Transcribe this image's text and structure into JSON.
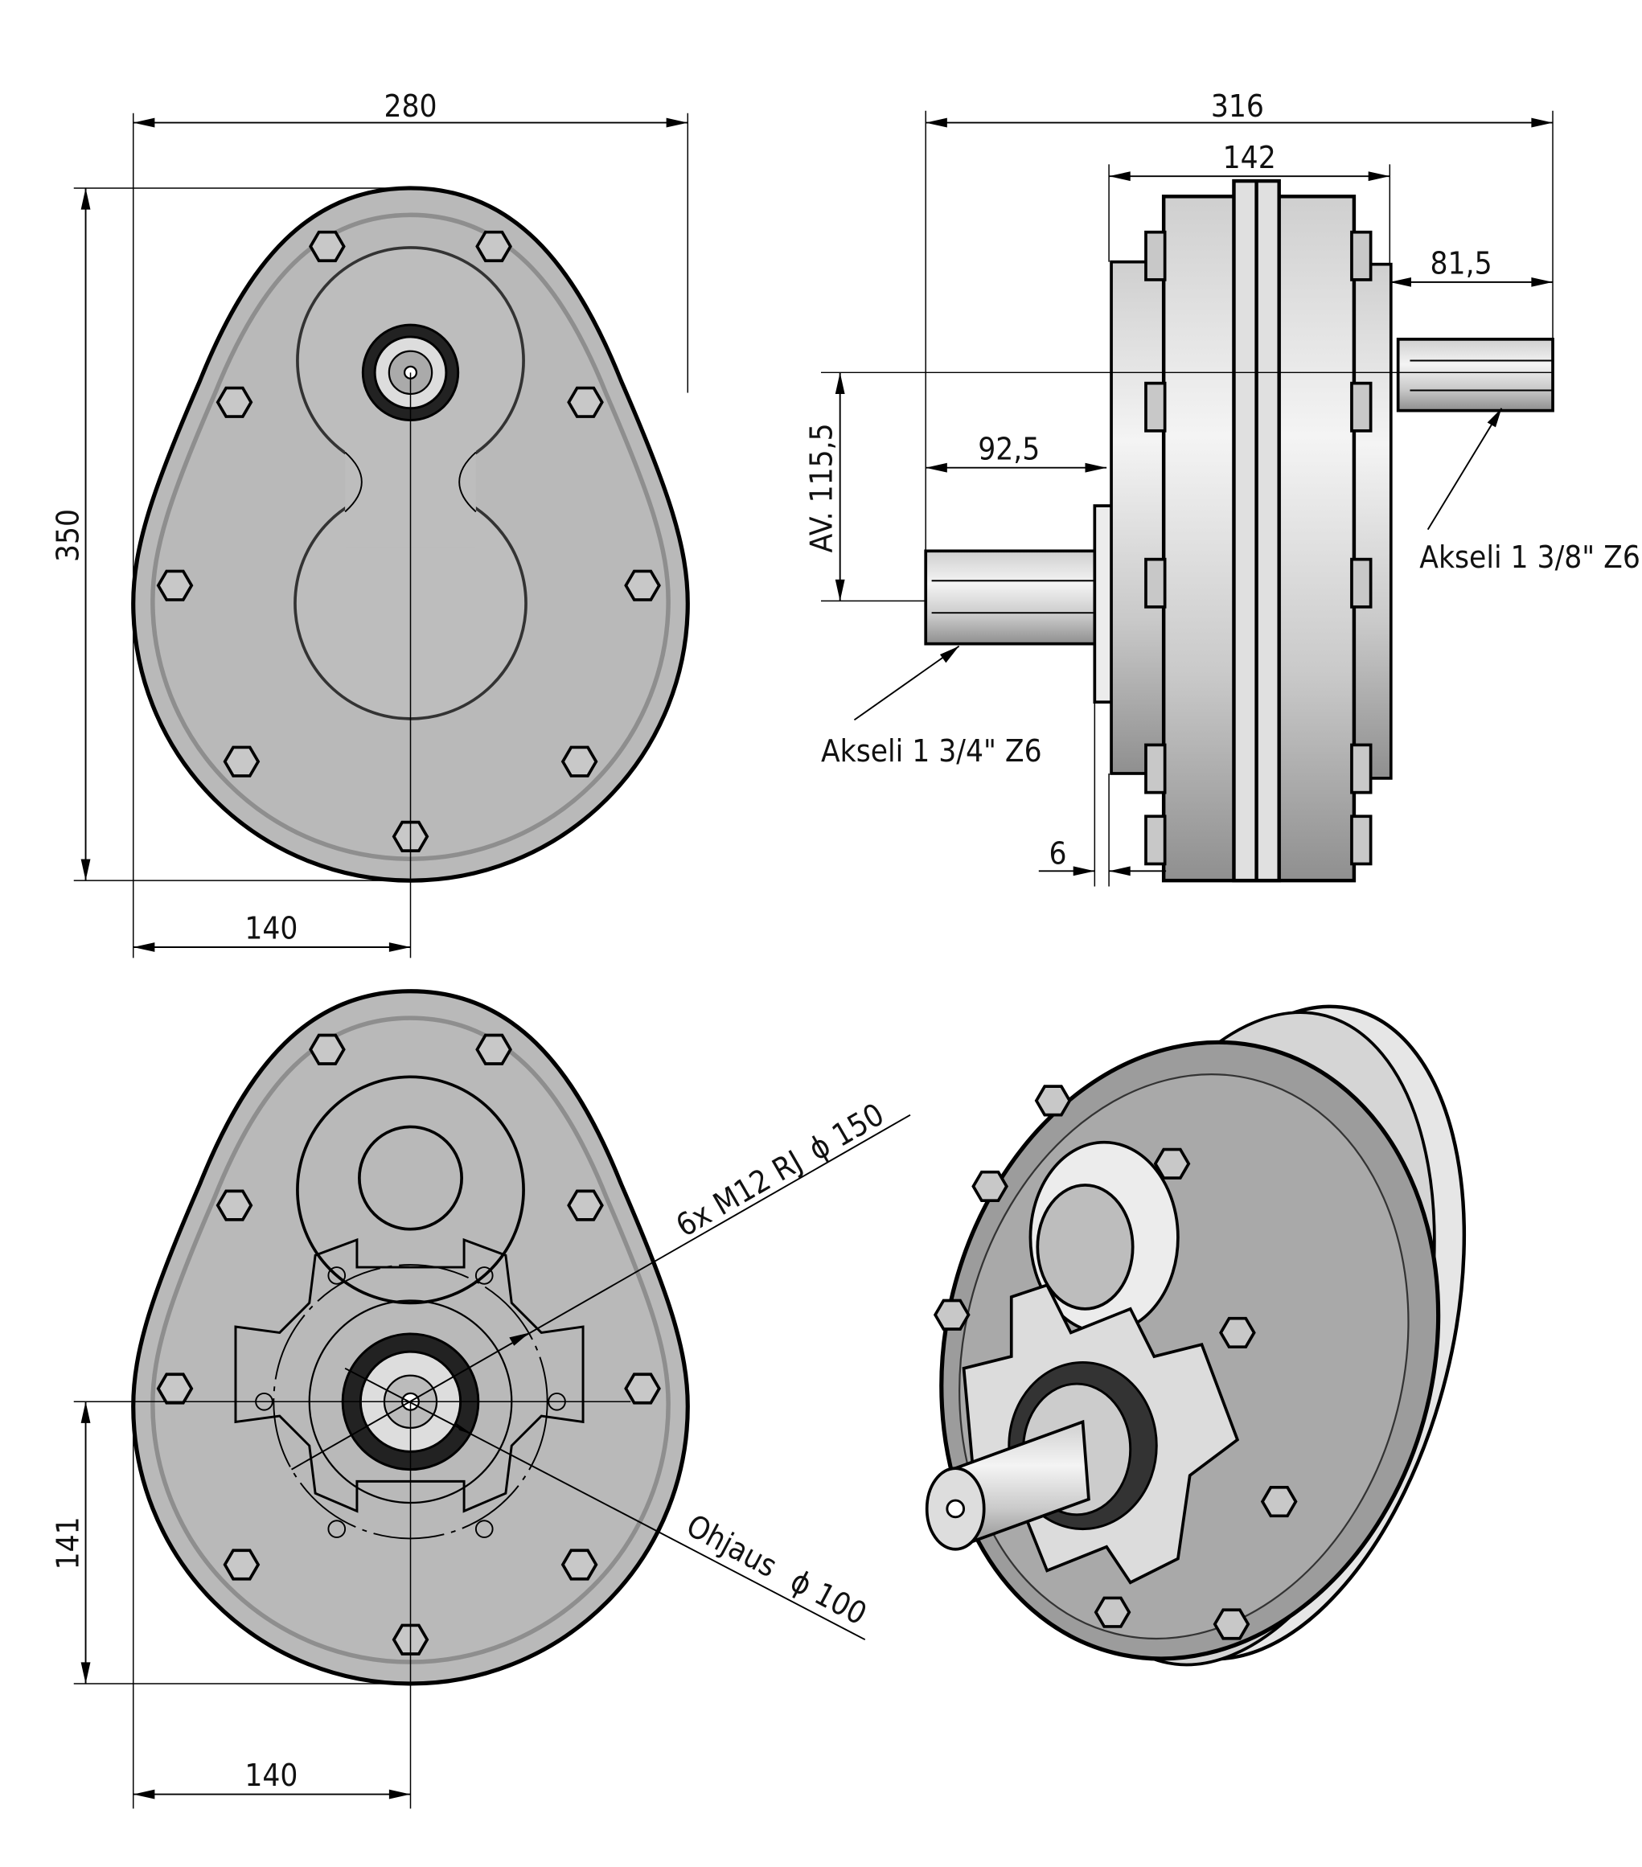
{
  "drawing": {
    "front_view": {
      "width_dim": "280",
      "height_dim": "350",
      "center_offset_dim": "140"
    },
    "side_view": {
      "overall_length_dim": "316",
      "housing_width_dim": "142",
      "output_shaft_length_dim": "81,5",
      "input_shaft_length_dim": "92,5",
      "shaft_offset_dim": "AV. 115,5",
      "flange_thickness_dim": "6",
      "output_shaft_label": "Akseli 1 3/8\" Z6",
      "input_shaft_label": "Akseli 1 3/4\" Z6"
    },
    "rear_view": {
      "shaft_height_dim": "141",
      "center_offset_dim": "140",
      "bolt_circle_label": "6x M12 RJ",
      "bolt_circle_dia": "ϕ 150",
      "pilot_label": "Ohjaus",
      "pilot_dia": "ϕ 100"
    },
    "colors": {
      "housing": "#b9b9b9",
      "line": "#000000"
    }
  }
}
